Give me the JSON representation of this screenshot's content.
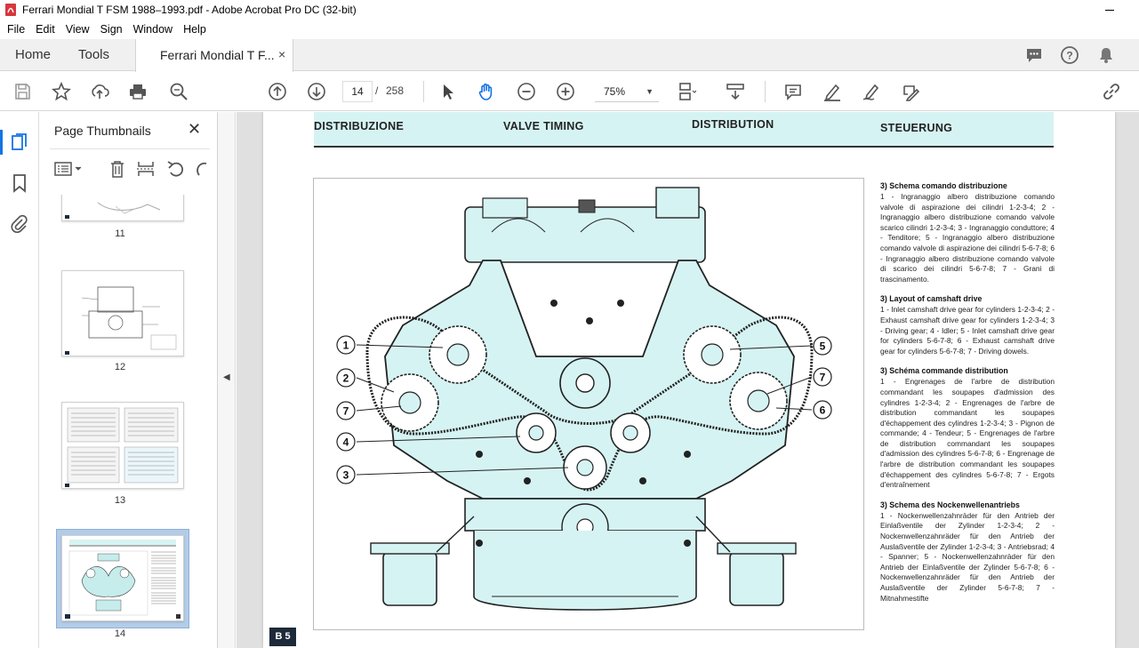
{
  "window": {
    "title": "Ferrari Mondial T FSM 1988–1993.pdf - Adobe Acrobat Pro DC (32-bit)"
  },
  "menu": [
    "File",
    "Edit",
    "View",
    "Sign",
    "Window",
    "Help"
  ],
  "tabs": {
    "home": "Home",
    "tools": "Tools",
    "document": "Ferrari Mondial T F...",
    "close": "×"
  },
  "toolbar": {
    "current_page": "14",
    "separator": "/",
    "total_pages": "258",
    "zoom": "75%"
  },
  "panel": {
    "title": "Page Thumbnails",
    "close": "✕",
    "thumbnails": [
      {
        "page": "11"
      },
      {
        "page": "12"
      },
      {
        "page": "13"
      },
      {
        "page": "14",
        "selected": true
      }
    ]
  },
  "document": {
    "header": [
      "DISTRIBUZIONE",
      "VALVE TIMING",
      "DISTRIBUTION",
      "STEUERUNG"
    ],
    "callouts": [
      "1",
      "2",
      "7",
      "4",
      "3",
      "5",
      "7",
      "6"
    ],
    "sections": [
      {
        "heading": "3) Schema comando distribuzione",
        "body": "1 - Ingranaggio albero distribuzione comando valvole di aspirazione dei cilindri 1-2-3-4; 2 - Ingranaggio albero distribuzione comando valvole scarico cilindri 1-2-3-4; 3 - Ingranaggio conduttore; 4 - Tenditore; 5 - Ingranaggio albero distribuzione comando valvole di aspirazione dei cilindri 5-6-7-8; 6 - Ingranaggio albero distribuzione comando valvole di scarico dei cilindri 5-6-7-8; 7 - Grani di trascinamento."
      },
      {
        "heading": "3) Layout of camshaft drive",
        "body": "1 - Inlet camshaft drive gear for cylinders 1-2-3-4; 2 - Exhaust camshaft drive gear for cylinders 1-2-3-4; 3 - Driving gear; 4 - Idler; 5 - Inlet camshaft drive gear for cylinders 5-6-7-8; 6 - Exhaust camshaft drive gear for cylinders 5-6-7-8; 7 - Driving dowels."
      },
      {
        "heading": "3) Schéma commande distribution",
        "body": "1 - Engrenages de l'arbre de distribution commandant les soupapes d'admission des cylindres 1-2-3-4; 2 - Engrenages de l'arbre de distribution commandant les soupapes d'échappement des cylindres 1-2-3-4; 3 - Pignon de commande; 4 - Tendeur; 5 - Engrenages de l'arbre de distribution commandant les soupapes d'admission des cylindres 5-6-7-8; 6 - Engrenage de l'arbre de distribution commandant les soupapes d'échappement des cylindres 5-6-7-8; 7 - Ergots d'entraînement"
      },
      {
        "heading": "3) Schema des Nockenwellenantriebs",
        "body": "1 - Nockenwellenzahnräder für den Antrieb der Einlaßventile der Zylinder 1-2-3-4; 2 - Nockenwellenzahnräder für den Antrieb der Auslaßventile der Zylinder 1-2-3-4; 3 - Antriebsrad; 4 - Spanner; 5 - Nockenwellenzahnräder für den Antrieb der Einlaßventile der Zylinder 5-6-7-8; 6 - Nockenwellenzahnräder für den Antrieb der Auslaßventile der Zylinder 5-6-7-8; 7 - Mitnahmestifte"
      }
    ],
    "page_mark": "B 5"
  },
  "colors": {
    "accent": "#1473e6",
    "diagram_fill": "#d6f3f3",
    "acrobat_red": "#d7373f"
  }
}
